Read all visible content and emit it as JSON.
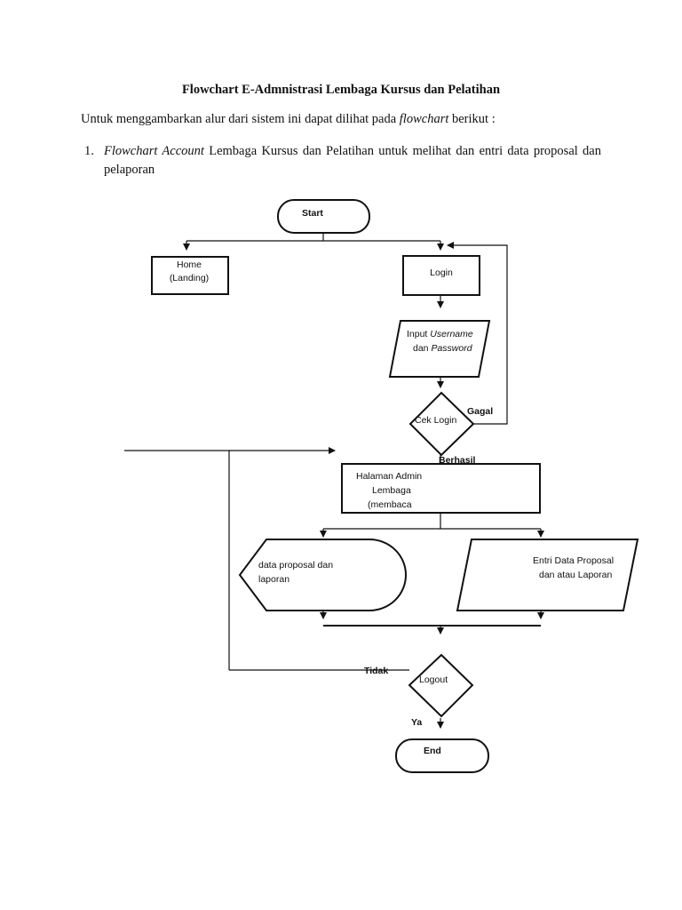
{
  "document": {
    "title": "Flowchart E-Admnistrasi Lembaga Kursus dan Pelatihan",
    "intro_prefix": "Untuk menggambarkan alur dari sistem ini dapat dilihat pada ",
    "intro_emphasis": "flowchart",
    "intro_suffix": " berikut :",
    "item_number": "1.",
    "item_emphasis": "Flowchart Account",
    "item_text": " Lembaga Kursus dan Pelatihan untuk melihat dan entri data proposal dan pelaporan"
  },
  "flowchart": {
    "start": "Start",
    "home_line1": "Home",
    "home_line2": "(Landing)",
    "login": "Login",
    "input_line1_prefix": "Input ",
    "input_line1_emphasis": "Username",
    "input_line2_prefix": "dan ",
    "input_line2_emphasis": "Password",
    "cek_login": "Cek Login",
    "gagal": "Gagal",
    "berhasil": "Berhasil",
    "admin_line1": "Halaman Admin",
    "admin_line2": "Lembaga",
    "admin_line3": "(membaca",
    "display_line1": "data proposal dan",
    "display_line2": "laporan",
    "entri_line1": "Entri Data Proposal",
    "entri_line2": "dan atau Laporan",
    "logout": "Logout",
    "tidak": "Tidak",
    "ya": "Ya",
    "end": "End"
  }
}
